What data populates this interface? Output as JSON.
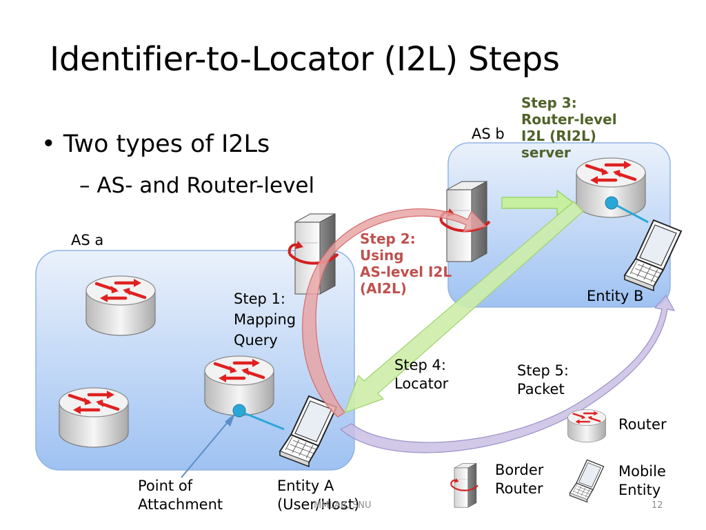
{
  "slide": {
    "title": "Identifier-to-Locator (I2L) Steps",
    "bullet": "Two types of I2Ls",
    "sub_bullet": "– AS- and Router-level"
  },
  "diagram": {
    "as_a_label": "AS a",
    "as_b_label": "AS b",
    "step1": [
      "Step 1:",
      "Mapping",
      "Query"
    ],
    "step2": [
      "Step 2:",
      "Using",
      "AS-level I2L",
      "(AI2L)"
    ],
    "step3": [
      "Step 3:",
      "Router-level",
      "I2L (RI2L)",
      "server"
    ],
    "step4": [
      "Step 4:",
      "Locator"
    ],
    "step5": [
      "Step 5:",
      "Packet"
    ],
    "entity_a": [
      "Entity A",
      "(User/Host)"
    ],
    "entity_b": "Entity B",
    "point_of_attachment": [
      "Point of",
      "Attachment"
    ]
  },
  "legend": {
    "router": "Router",
    "border_router": [
      "Border",
      "Router"
    ],
    "mobile_entity": [
      "Mobile",
      "Entity"
    ]
  },
  "footer": {
    "source": "MMLAB, SNU",
    "page": "12"
  },
  "colors": {
    "region_top": "#eaf1fb",
    "region_bottom": "#9fc2f2",
    "region_border": "#8fb4e3",
    "router_arrow": "#e02020",
    "step2_text": "#c0504d",
    "step3_text": "#4f6228",
    "step1_arrow": "#e8a2a2",
    "step3_arrow": "#c6ef9f",
    "step4_arrow": "#cdeda9",
    "step5_arrow": "#c9c0e3",
    "attachment_dot": "#29a8d8"
  }
}
